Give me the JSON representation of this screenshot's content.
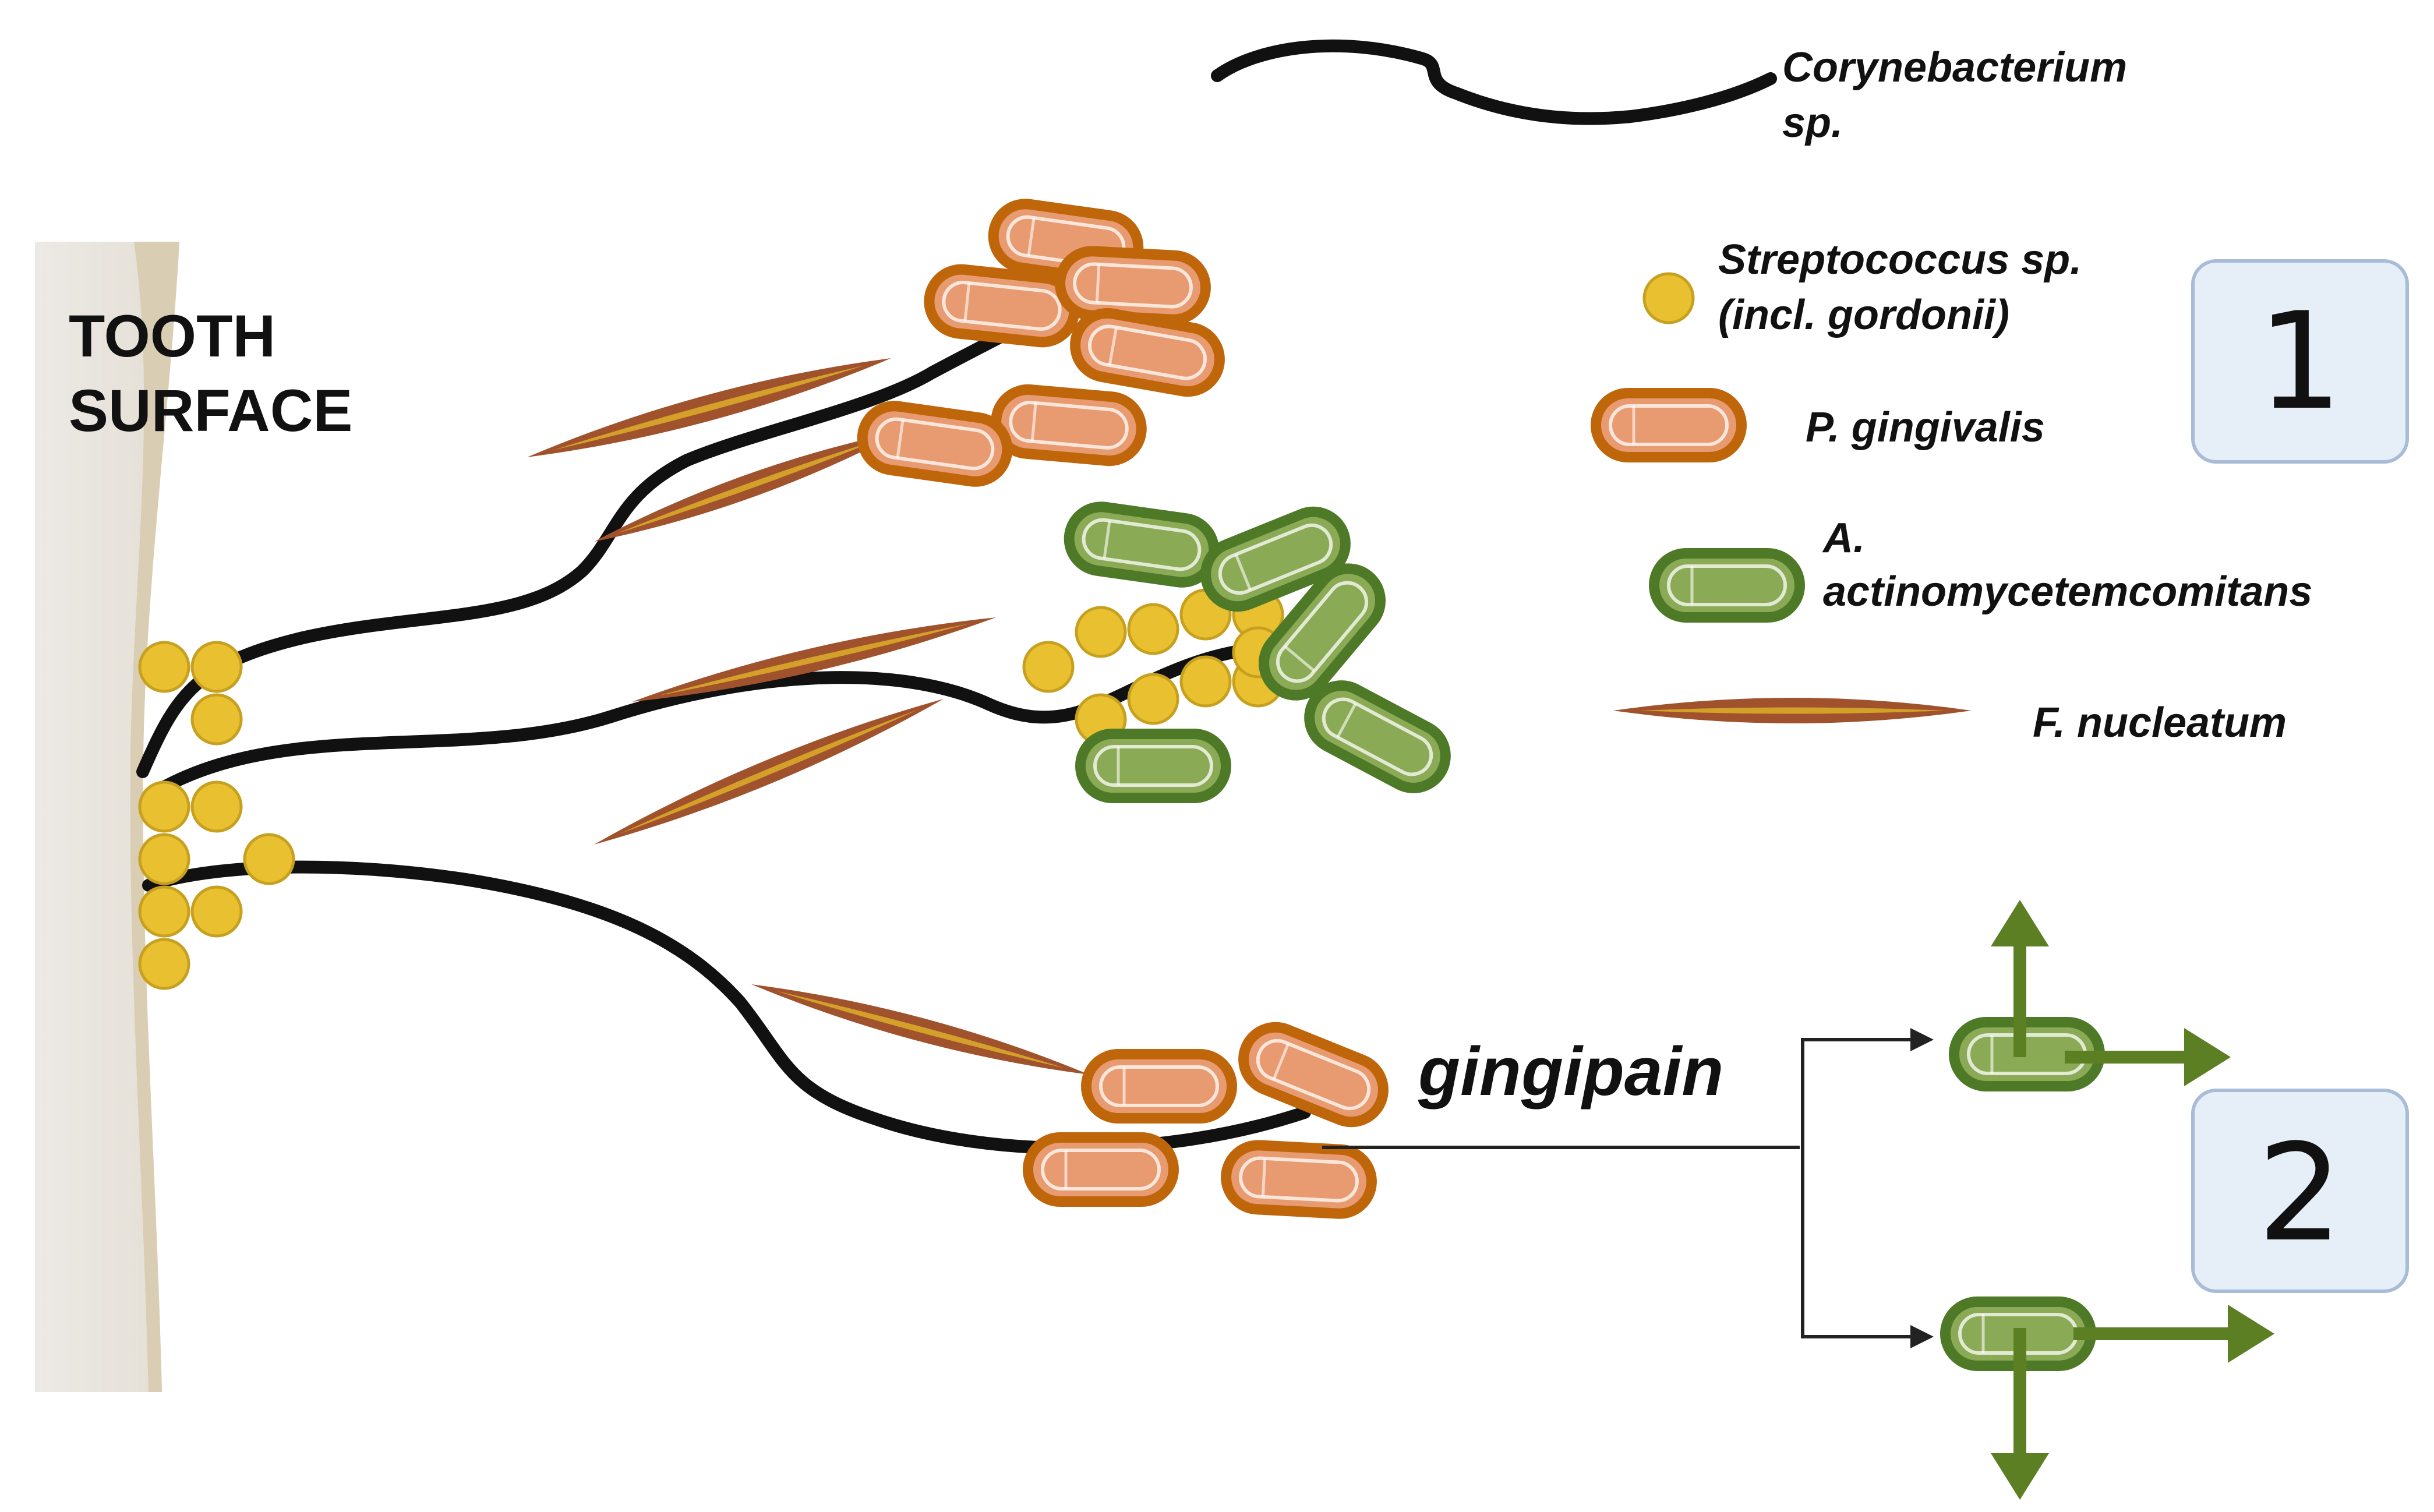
{
  "tooth_label": {
    "line1": "TOOTH",
    "line2": "SURFACE"
  },
  "legend": {
    "corynebacterium": {
      "line1": "Corynebacterium",
      "line2": "sp."
    },
    "streptococcus": {
      "line1": "Streptococcus sp.",
      "line2": "(incl. gordonii)"
    },
    "p_gingivalis": "P. gingivalis",
    "a_actino": {
      "line1": "A.",
      "line2": "actinomycetemcomitans"
    },
    "f_nucleatum": "F. nucleatum"
  },
  "gingipain_label": "gingipain",
  "panel_numbers": {
    "one": "1",
    "two": "2"
  },
  "colors": {
    "strep": "#E8C030",
    "strep_stroke": "#C8A020",
    "pg_fill": "#E89A70",
    "pg_stroke": "#C0660A",
    "aa_fill": "#8AAA55",
    "aa_stroke": "#4E7A28",
    "fn_outer": "#A0522D",
    "fn_inner": "#D4A02A",
    "arrow_green": "#5B7F22",
    "box_fill": "#E6EEF8",
    "box_stroke": "#A8BCD8",
    "tooth": "#EBE7E0",
    "tooth_edge": "#D9CDB4"
  },
  "icons": {
    "strep": "yellow-coccus-icon",
    "pg": "orange-rod-bacterium-icon",
    "aa": "green-rod-bacterium-icon",
    "fn": "fusiform-rod-icon",
    "cory": "filament-icon"
  }
}
